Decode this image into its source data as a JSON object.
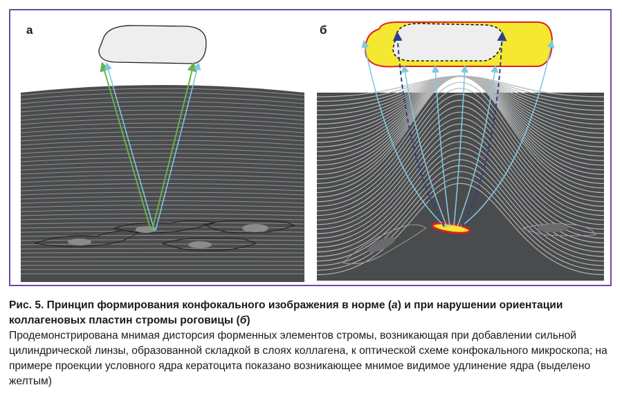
{
  "figure": {
    "panel_a_label": "а",
    "panel_b_label": "б"
  },
  "caption": {
    "title_prefix": "Рис. 5. Принцип формирования конфокального изображения в норме (",
    "title_a": "а",
    "title_mid": ") и при наруше­нии ориентации коллагеновых пластин стромы роговицы (",
    "title_b": "б",
    "title_suffix": ")",
    "body": "Продемонстрирована мнимая дисторсия форменных элементов стромы, возникающая при до­бавлении сильной цилиндрической линзы, образованной складкой в слоях коллагена, к оптиче­ской схеме конфокального микроскопа; на примере проекции условного ядра кератоцита пока­зано возникающее мнимое видимое удлинение ядра (выделено желтым)"
  },
  "colors": {
    "frame": "#6b4a9c",
    "tissue": "#4a4b4c",
    "fiber": "#9a9b9c",
    "green_ray": "#6ab04c",
    "blue_ray": "#7ec8e3",
    "dashed_ray": "#2b3f8c",
    "yellow": "#f5e830",
    "red_outline": "#e02020"
  }
}
